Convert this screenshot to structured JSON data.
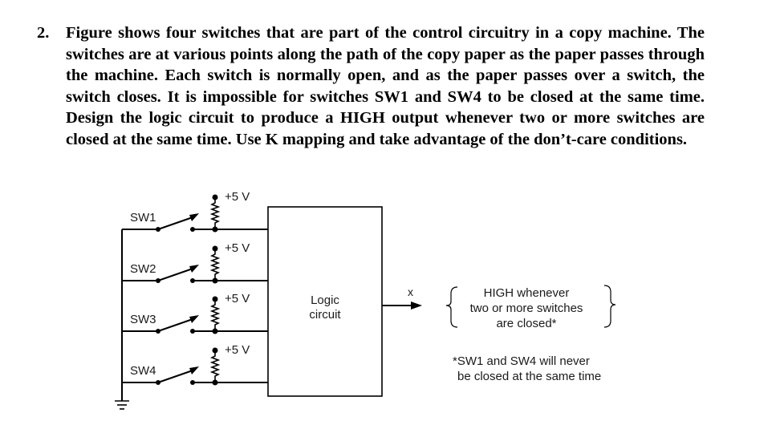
{
  "problem": {
    "number": "2.",
    "text": "Figure shows four switches that are part of the control circuitry in a copy machine. The switches are at various points along the path of the copy paper as the paper passes through the machine. Each switch is normally open, and as the paper passes over a switch, the switch closes. It is impossible for switches SW1 and SW4 to be closed at the same time. Design the logic circuit to produce a HIGH output whenever two or more switches are closed at the same time. Use K mapping and take advantage of the don’t-care conditions."
  },
  "figure": {
    "switches": [
      {
        "label": "SW1",
        "supply": "+5 V"
      },
      {
        "label": "SW2",
        "supply": "+5 V"
      },
      {
        "label": "SW3",
        "supply": "+5 V"
      },
      {
        "label": "SW4",
        "supply": "+5 V"
      }
    ],
    "logic_box": {
      "line1": "Logic",
      "line2": "circuit"
    },
    "output_label": "x",
    "output_desc": {
      "line1": "HIGH whenever",
      "line2": "two or more switches",
      "line3": "are closed*"
    },
    "footnote": {
      "line1": "*SW1 and SW4 will never",
      "line2": "be closed at the same time"
    }
  }
}
